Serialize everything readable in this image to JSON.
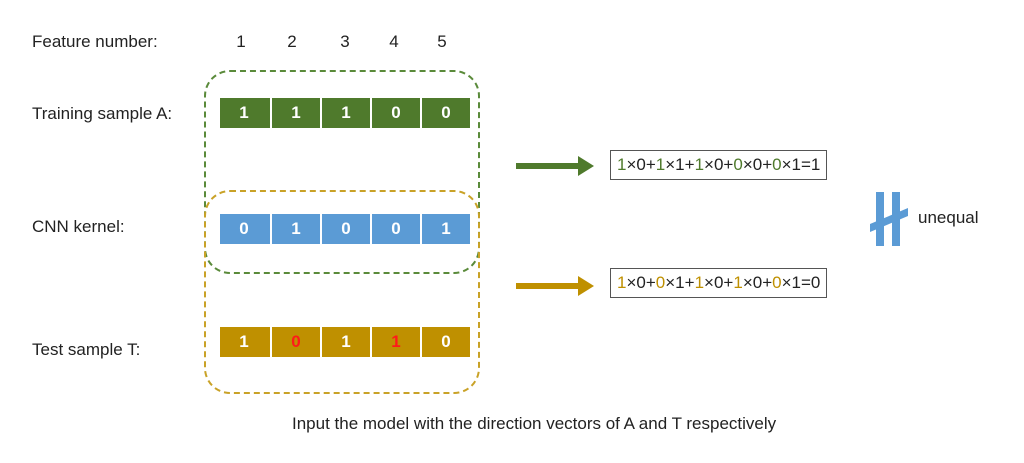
{
  "feature_label": "Feature number:",
  "feature_numbers": [
    "1",
    "2",
    "3",
    "4",
    "5"
  ],
  "rows": {
    "training": {
      "label": "Training sample A:",
      "values": [
        "1",
        "1",
        "1",
        "0",
        "0"
      ]
    },
    "kernel": {
      "label": "CNN kernel:",
      "values": [
        "0",
        "1",
        "0",
        "0",
        "1"
      ]
    },
    "test": {
      "label": "Test sample T:",
      "values": [
        "1",
        "0",
        "1",
        "1",
        "0"
      ],
      "highlighted_indices": [
        1,
        3
      ]
    }
  },
  "equations": {
    "training": {
      "parts": [
        "1",
        "×0+",
        "1",
        "×1+",
        "1",
        "×0+",
        "0",
        "×0+",
        "0",
        "×1=1"
      ]
    },
    "test": {
      "parts": [
        "1",
        "×0+",
        "0",
        "×1+",
        "1",
        "×0+",
        "1",
        "×0+",
        "0",
        "×1=0"
      ]
    }
  },
  "relation_label": "unequal",
  "caption": "Input the model with the direction vectors of A and T respectively",
  "colors": {
    "green": "#4f7a2c",
    "blue": "#5b9bd5",
    "gold": "#bf9000",
    "red": "#ff1a1a"
  }
}
